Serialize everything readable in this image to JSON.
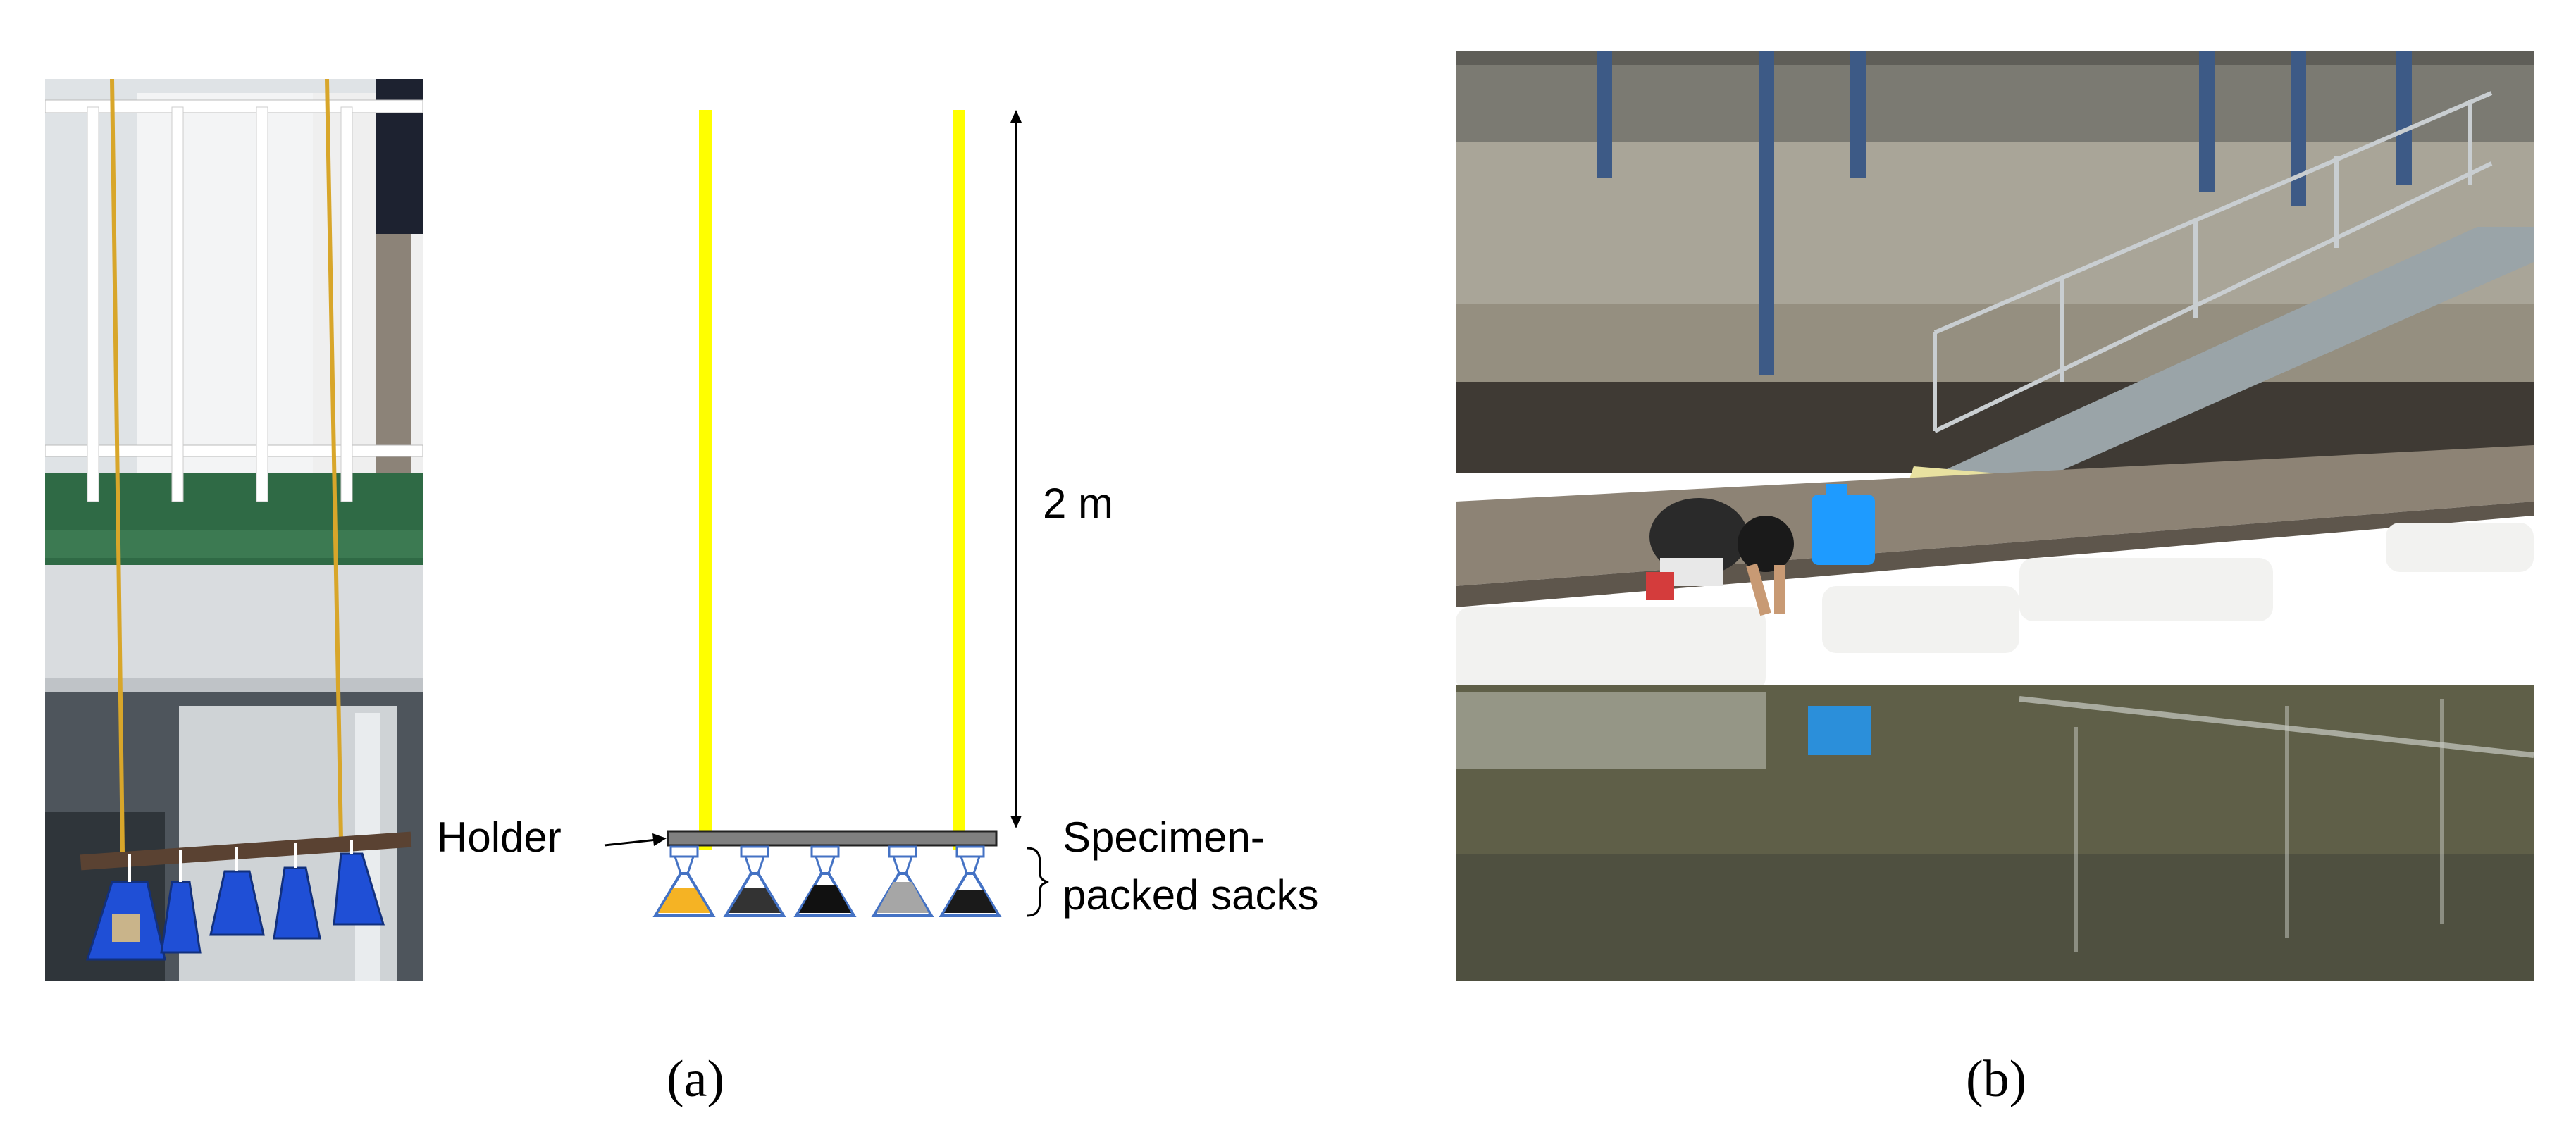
{
  "figure": {
    "panel_a": {
      "label": "(a)",
      "diagram": {
        "height_label": "2 m",
        "holder_label": "Holder",
        "sacks_label_line1": "Specimen-",
        "sacks_label_line2": "packed sacks"
      }
    },
    "panel_b": {
      "label": "(b)"
    }
  },
  "colors": {
    "rope_yellow": "#ffff00",
    "holder_gray": "#808080",
    "sack_blue": "#4472c4",
    "fill_orange": "#f5b324",
    "fill_black": "#1a1a1a",
    "fill_gray": "#a6a6a6",
    "water": "#5f5f48",
    "bag_blue": "#1f4fd6",
    "canister_blue": "#1e9bff"
  }
}
